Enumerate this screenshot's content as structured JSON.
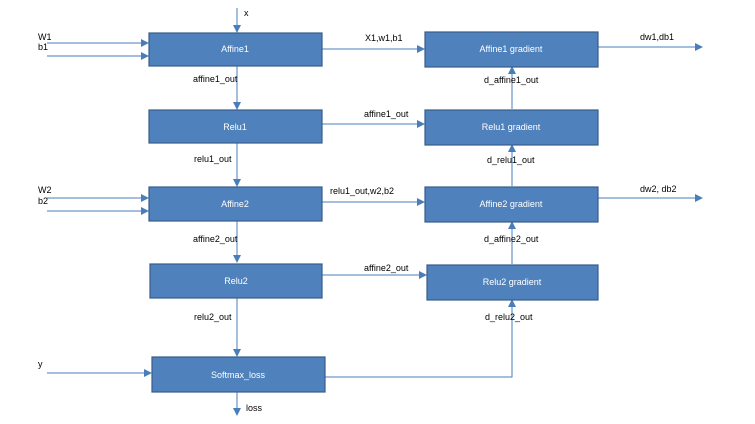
{
  "boxes": {
    "affine1": "Affine1",
    "relu1": "Relu1",
    "affine2": "Affine2",
    "relu2": "Relu2",
    "softmax_loss": "Softmax_loss",
    "affine1_gradient": "Affine1 gradient",
    "relu1_gradient": "Relu1 gradient",
    "affine2_gradient": "Affine2 gradient",
    "relu2_gradient": "Relu2 gradient"
  },
  "labels": {
    "x": "x",
    "w1": "W1",
    "b1": "b1",
    "w2": "W2",
    "b2": "b2",
    "y": "y",
    "affine1_out": "affine1_out",
    "relu1_out": "relu1_out",
    "affine2_out": "affine2_out",
    "relu2_out": "relu2_out",
    "loss": "loss",
    "x1_w1_b1": "X1,w1,b1",
    "affine1_out_right": "affine1_out",
    "relu1_out_w2_b2": "relu1_out,w2,b2",
    "affine2_out_right": "affine2_out",
    "dw1_db1": "dw1,db1",
    "dw2_db2": "dw2, db2",
    "d_affine1_out": "d_affine1_out",
    "d_relu1_out": "d_relu1_out",
    "d_affine2_out": "d_affine2_out",
    "d_relu2_out": "d_relu2_out"
  },
  "colors": {
    "box_fill": "#4f81bd",
    "box_stroke": "#385d8a",
    "edge": "#4a7ebb"
  }
}
